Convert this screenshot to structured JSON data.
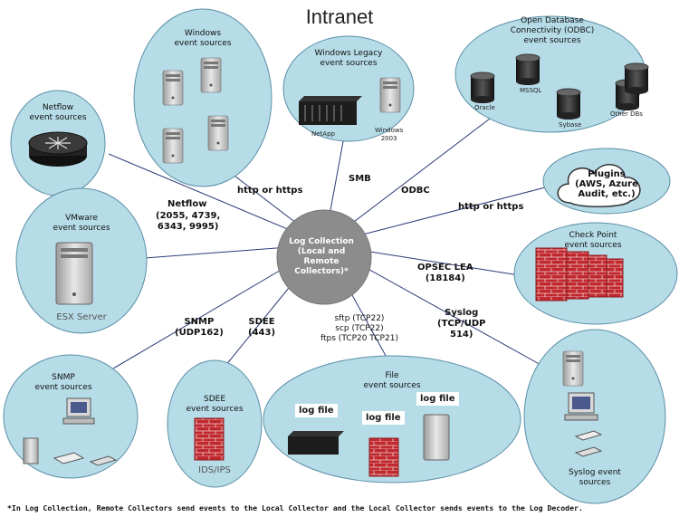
{
  "title": "Intranet",
  "center": "Log Collection\n(Local and\nRemote\nCollectors)*",
  "nodes": {
    "windows": "Windows\nevent sources",
    "windows_legacy": "Windows Legacy\nevent sources",
    "netapp": "NetApp",
    "windows2003": "Windows\n2003",
    "odbc_title": "Open Database\nConnectivity (ODBC)\nevent sources",
    "oracle": "Oracle",
    "mssql": "MSSQL",
    "sybase": "Sybase",
    "other_dbs": "Other DBs",
    "netflow": "Netflow\nevent sources",
    "plugins": "Plugins\n(AWS, Azure\nAudit, etc.)",
    "vmware": "VMware\nevent  sources",
    "esx": "ESX Server",
    "checkpoint": "Check Point\nevent sources",
    "snmp": "SNMP\nevent sources",
    "sdee": "SDEE\nevent sources",
    "ids": "IDS/IPS",
    "file": "File\nevent sources",
    "logfile": "log file",
    "syslog": "Syslog event\nsources"
  },
  "connections": {
    "http1": "http or https",
    "smb": "SMB",
    "odbc": "ODBC",
    "http2": "http or https",
    "netflow_title": "Netflow",
    "netflow_ports": "(2055, 4739,\n6343, 9995)",
    "opsec": "OPSEC LEA\n(18184)",
    "snmp": "SNMP\n(UDP162)",
    "sdee": "SDEE\n(443)",
    "sftp": "sftp (TCP22)\nscp (TCP22)\nftps (TCP20 TCP21)",
    "syslog": "Syslog\n(TCP/UDP\n514)"
  },
  "footnote": "*In Log Collection, Remote Collectors send events to the Local Collector and the Local Collector sends events to the Log Decoder.",
  "colors": {
    "bubble": "#b6dce8",
    "bubble_stroke": "#5b8fa6",
    "line": "#2a3a78",
    "hub": "#8c8c8c",
    "firewall": "#c0282e"
  }
}
